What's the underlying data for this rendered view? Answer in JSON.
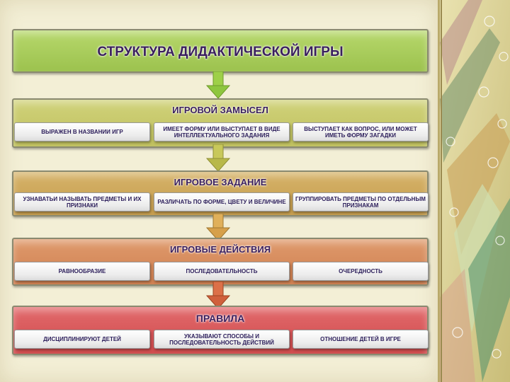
{
  "title": "СТРУКТУРА  ДИДАКТИЧЕСКОЙ ИГРЫ",
  "sections": [
    {
      "heading": "ИГРОВОЙ ЗАМЫСЕЛ",
      "color": "#c6c86a",
      "items": [
        "ВЫРАЖЕН В НАЗВАНИИ ИГР",
        "ИМЕЕТ ФОРМУ ИЛИ ВЫСТУПАЕТ В ВИДЕ ИНТЕЛЛЕКТУАЛЬНОГО ЗАДАНИЯ",
        "ВЫСТУПАЕТ КАК ВОПРОС, ИЛИ МОЖЕТ ИМЕТЬ ФОРМУ ЗАГАДКИ"
      ]
    },
    {
      "heading": "ИГРОВОЕ  ЗАДАНИЕ",
      "color": "#cda85a",
      "items": [
        "УЗНАВАТЬИ НАЗЫВАТЬ ПРЕДМЕТЫ И ИХ ПРИЗНАКИ",
        "РАЗЛИЧАТЬ ПО ФОРМЕ, ЦВЕТУ И ВЕЛИЧИНЕ",
        "ГРУППИРОВАТЬ ПРЕДМЕТЫ ПО ОТДЕЛЬНЫМ ПРИЗНАКАМ"
      ]
    },
    {
      "heading": "ИГРОВЫЕ ДЕЙСТВИЯ",
      "color": "#d68a5c",
      "items": [
        "РАВНООБРАЗИЕ",
        "ПОСЛЕДОВАТЕЛЬНОСТЬ",
        "ОЧЕРЕДНОСТЬ"
      ]
    },
    {
      "heading": "ПРАВИЛА",
      "color": "#d8585a",
      "items": [
        "ДИСЦИПЛИНИРУЮТ ДЕТЕЙ",
        "УКАЗЫВАЮТ СПОСОБЫ И ПОСЛЕДОВАТЕЛЬНОСТЬ ДЕЙСТВИЙ",
        "ОТНОШЕНИЕ ДЕТЕЙ В ИГРЕ"
      ]
    }
  ],
  "colors": {
    "title_band": "#a9cc5a",
    "arrow_green": "#8ec63f",
    "arrow_olive": "#b8b84a",
    "arrow_orange": "#d6a04a",
    "arrow_red": "#d0603c"
  }
}
